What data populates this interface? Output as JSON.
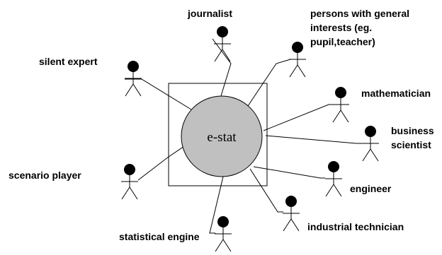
{
  "diagram": {
    "center_label": "e-stat",
    "colors": {
      "circle_fill": "#c0c0c0",
      "stroke": "#000000",
      "head_fill": "#000000",
      "background": "#ffffff"
    },
    "actors": [
      {
        "id": "journalist",
        "lines": [
          "journalist"
        ]
      },
      {
        "id": "persons",
        "lines": [
          "persons with general",
          "interests (eg.",
          "pupil,teacher)"
        ]
      },
      {
        "id": "silent-expert",
        "lines": [
          "silent expert"
        ]
      },
      {
        "id": "mathematician",
        "lines": [
          "mathematician"
        ]
      },
      {
        "id": "business-scientist",
        "lines": [
          "business",
          "scientist"
        ]
      },
      {
        "id": "scenario-player",
        "lines": [
          "scenario player"
        ]
      },
      {
        "id": "engineer",
        "lines": [
          "engineer"
        ]
      },
      {
        "id": "industrial-technician",
        "lines": [
          "industrial technician"
        ]
      },
      {
        "id": "statistical-engine",
        "lines": [
          "statistical engine"
        ]
      }
    ]
  }
}
